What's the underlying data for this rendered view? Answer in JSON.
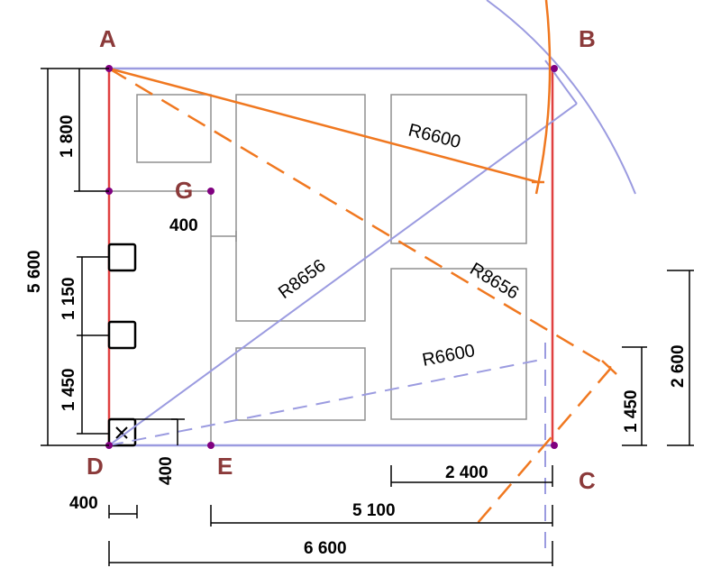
{
  "colors": {
    "wall_red": "#e04040",
    "blue": "#9b9be0",
    "orange": "#f07820",
    "furniture": "#909090",
    "point": "#800080",
    "label": "#8b3a3a",
    "dimension": "#000000"
  },
  "points": {
    "A": "A",
    "B": "B",
    "C": "C",
    "D": "D",
    "E": "E",
    "G": "G"
  },
  "dimensions": {
    "total_height": "5 600",
    "top_seg": "1 800",
    "mid_seg": "1 150",
    "low_seg": "1 450",
    "g_offset": "400",
    "de_width": "400",
    "small_square": "400",
    "right_2600": "2 600",
    "right_1450": "1 450",
    "bottom_2400": "2 400",
    "bottom_5100": "5 100",
    "bottom_6600": "6 600"
  },
  "radii": {
    "r6600_top": "R6600",
    "r6600_bottom": "R6600",
    "r8656_center": "R8656",
    "r8656_right": "R8656"
  },
  "icons": {
    "outlet_mark": "cross-icon"
  }
}
